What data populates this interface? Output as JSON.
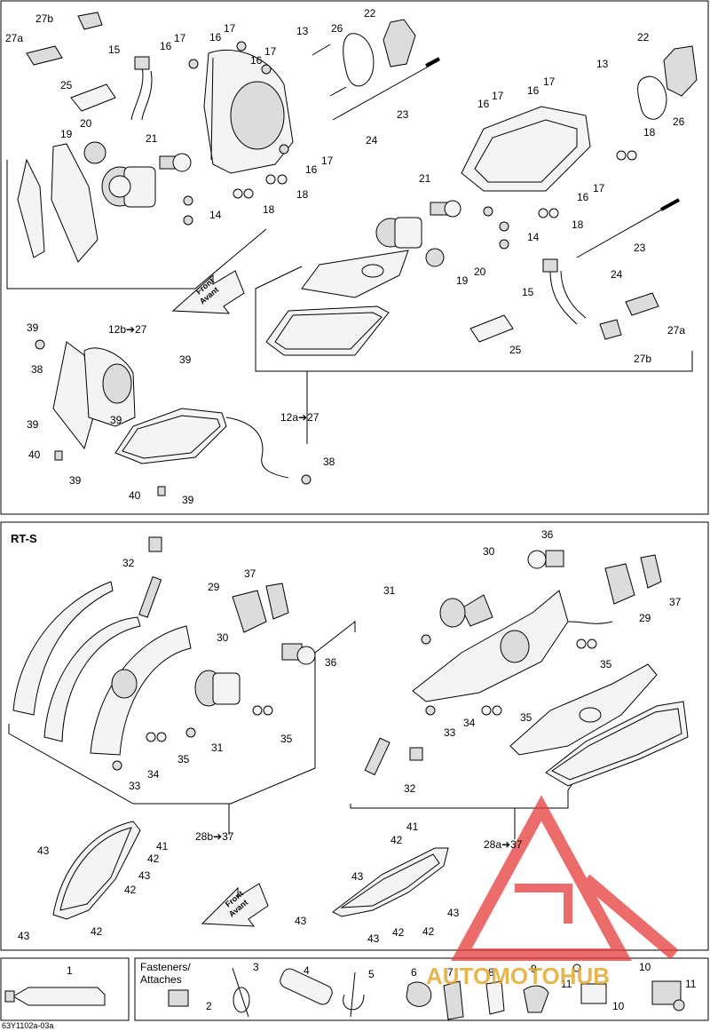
{
  "diagram": {
    "top_labels": {
      "l27b": "27b",
      "l27a": "27a",
      "l15": "15",
      "l25": "25",
      "l20": "20",
      "l19": "19",
      "l21": "21",
      "l16a": "16",
      "l17a": "17",
      "l16b": "16",
      "l17b": "17",
      "l16c": "16",
      "l17c": "17",
      "l13": "13",
      "l26": "26",
      "l22": "22",
      "l23": "23",
      "l24": "24",
      "l14a": "14",
      "l18a": "18",
      "l18b": "18",
      "l16d": "16",
      "l17d": "17",
      "r22": "22",
      "r26": "26",
      "r13": "13",
      "r16a": "16",
      "r17a": "17",
      "r16b": "16",
      "r17b": "17",
      "r18a": "18",
      "r16c": "16",
      "r17c": "17",
      "r21": "21",
      "r14": "14",
      "r18b": "18",
      "r20": "20",
      "r19": "19",
      "r23": "23",
      "r24": "24",
      "r15": "15",
      "r27a": "27a",
      "r25": "25",
      "r27b": "27b",
      "d39a": "39",
      "d38a": "38",
      "d39b": "39",
      "d12b": "12b➔27",
      "d39c": "39",
      "d39d": "39",
      "d40a": "40",
      "d39e": "39",
      "d12a": "12a➔27",
      "d38b": "38",
      "d40b": "40",
      "d39f": "39",
      "front": "Front",
      "avant": "Avant"
    },
    "rts_labels": {
      "title": "RT-S",
      "a32": "32",
      "a29": "29",
      "a37": "37",
      "a30": "30",
      "a36": "36",
      "a31": "31",
      "a34": "34",
      "a33": "33",
      "a35a": "35",
      "a35b": "35",
      "b36": "36",
      "b30": "30",
      "b31": "31",
      "b37": "37",
      "b29": "29",
      "b35a": "35",
      "b35b": "35",
      "b33": "33",
      "b34": "34",
      "b32": "32",
      "c28b": "28b➔37",
      "c43a": "43",
      "c41": "41",
      "c42a": "42",
      "c43b": "43",
      "c42b": "42",
      "c43c": "43",
      "c42c": "42",
      "e41": "41",
      "e42a": "42",
      "e28a": "28a➔37",
      "e43a": "43",
      "e43b": "43",
      "e43c": "43",
      "e42b": "42",
      "e42c": "42",
      "e43d": "43",
      "front": "Front",
      "avant": "Avant"
    },
    "bottom": {
      "fasteners": "Fasteners/",
      "attaches": "Attaches",
      "n1": "1",
      "n2": "2",
      "n3": "3",
      "n4": "4",
      "n5": "5",
      "n6": "6",
      "n7": "7",
      "n8": "8",
      "n9": "9",
      "n10a": "10",
      "n10b": "10",
      "n11a": "11",
      "n11b": "11"
    },
    "code": "63Y1102a-03a",
    "watermark": "AUTOMOTOHUB",
    "colors": {
      "watermark_red": "#e63b3b",
      "watermark_gold": "#e0a526"
    }
  }
}
